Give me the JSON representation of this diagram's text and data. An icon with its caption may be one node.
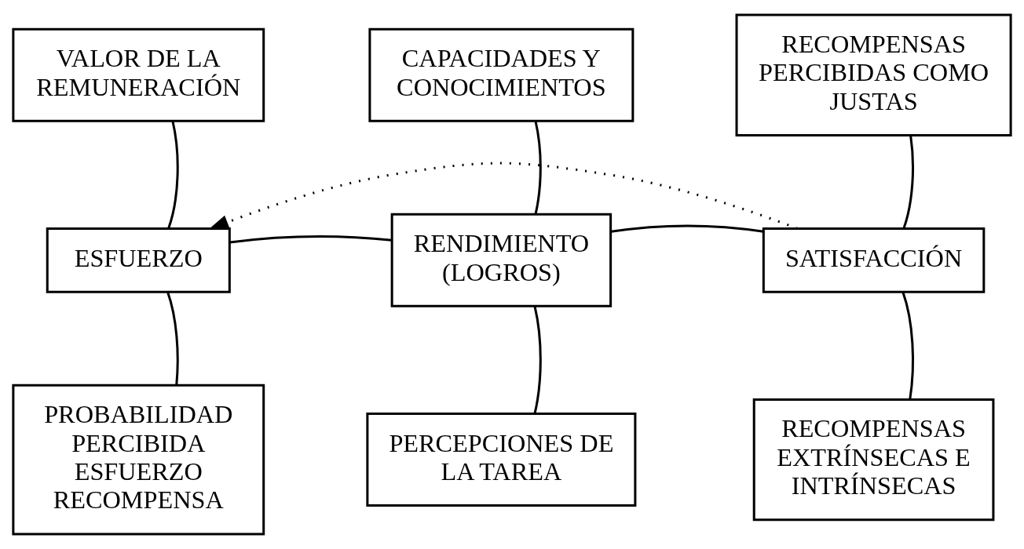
{
  "diagram": {
    "nodes": [
      {
        "text": [
          "VALOR DE LA REMUNERACIÓN"
        ]
      },
      {
        "text": [
          "CAPACIDADES Y CONOCIMIENTOS"
        ]
      },
      {
        "text": [
          "RECOMPENSAS PERCIBIDAS COMO JUSTAS"
        ]
      },
      {
        "text": [
          "ESFUERZO"
        ]
      },
      {
        "text": [
          "RENDIMIENTO (LOGROS)"
        ]
      },
      {
        "text": [
          "SATISFACCIÓN"
        ]
      },
      {
        "text": [
          "PROBABILIDAD PERCIBIDA ESFUERZO RECOMPENSA"
        ]
      },
      {
        "text": [
          "PERCEPCIONES DE LA TAREA"
        ]
      },
      {
        "text": [
          "RECOMPENSAS EXTRÍNSECAS E INTRÍNSECAS"
        ]
      }
    ],
    "edges": [
      {
        "from": 0,
        "to": 3,
        "arrow": "none"
      },
      {
        "from": 6,
        "to": 3,
        "arrow": "none"
      },
      {
        "from": 3,
        "to": 4,
        "arrow": "none"
      },
      {
        "from": 1,
        "to": 4,
        "arrow": "none"
      },
      {
        "from": 7,
        "to": 4,
        "arrow": "none"
      },
      {
        "from": 4,
        "to": 5,
        "arrow": "none"
      },
      {
        "from": 2,
        "to": 5,
        "arrow": "none"
      },
      {
        "from": 8,
        "to": 5,
        "arrow": "none"
      },
      {
        "from": 5,
        "to": 3,
        "arrow": "to",
        "style": "dashed"
      }
    ]
  }
}
